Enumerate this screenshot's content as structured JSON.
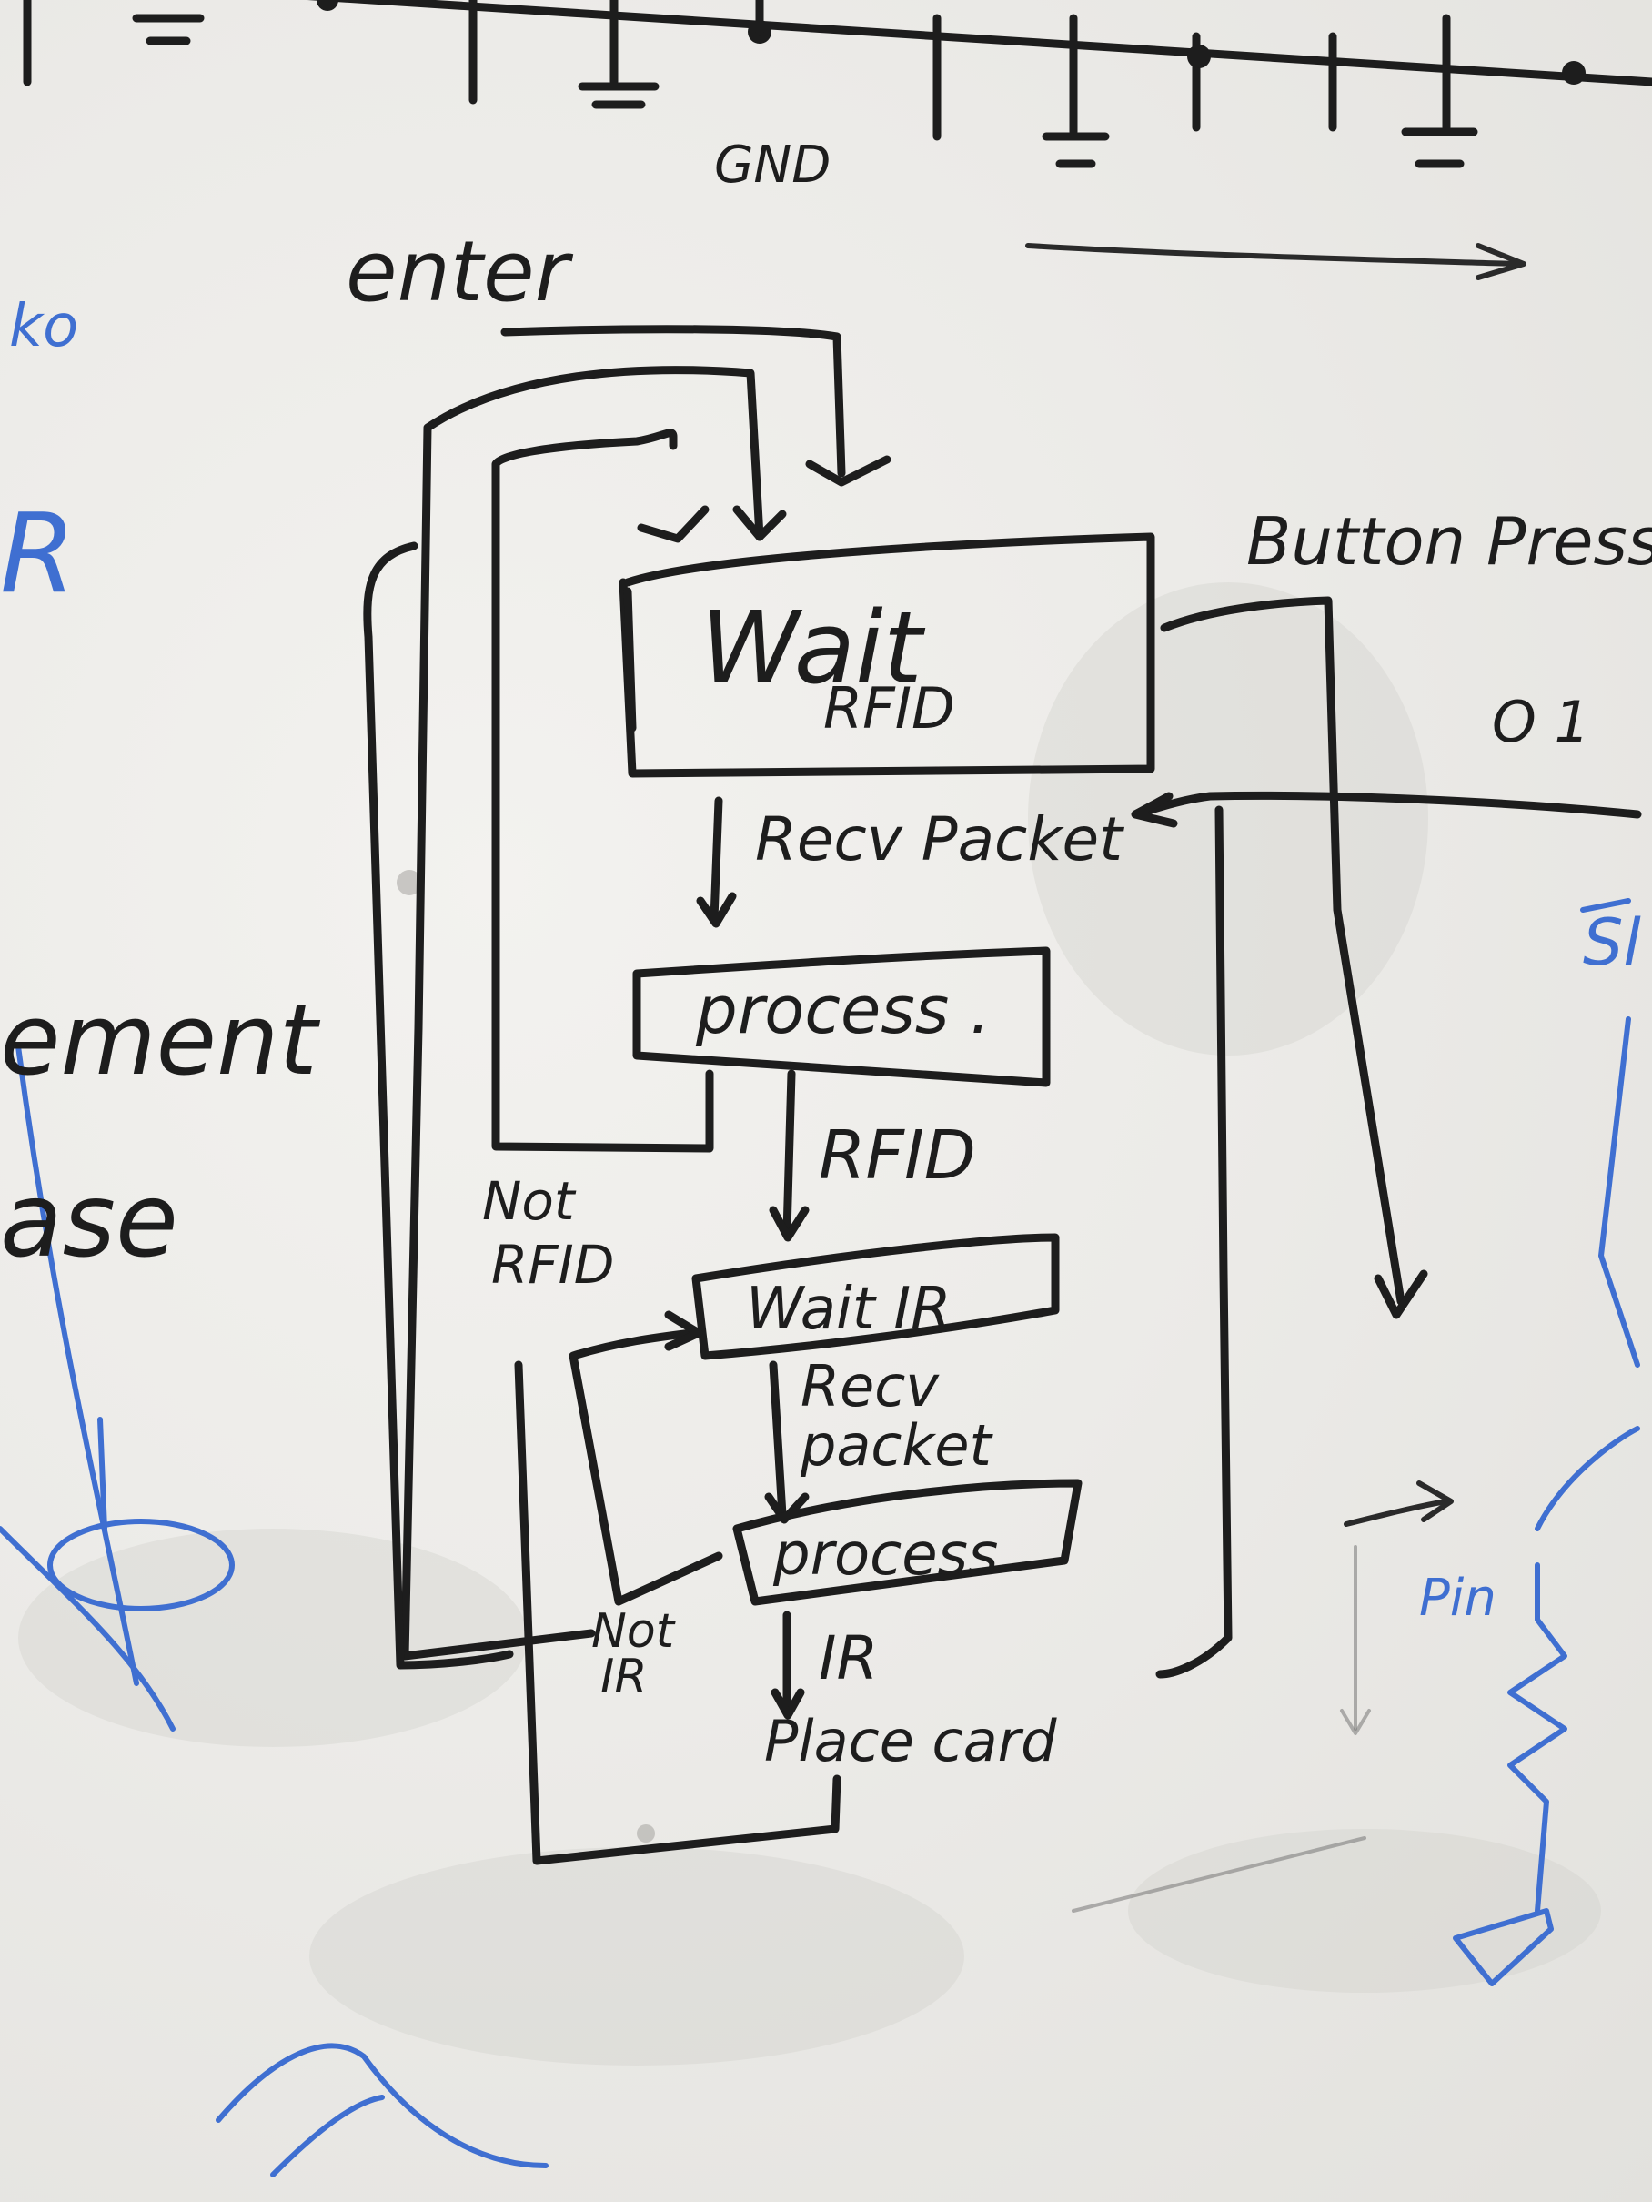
{
  "labels": {
    "top_gnd": "GND",
    "enter": "enter",
    "button_press": "Button Press",
    "state_wait_rfid_line1": "Wait",
    "state_wait_rfid_line2": "RFID",
    "recv_packet_1": "Recv Packet",
    "state_process_1": "process .",
    "rfid_transition": "RFID",
    "not_rfid_line1": "Not",
    "not_rfid_line2": "RFID",
    "state_wait_ir": "Wait IR",
    "recv_packet_2_line1": "Recv",
    "recv_packet_2_line2": "packet",
    "state_process_2": "process",
    "ir_transition": "IR",
    "not_ir_line1": "Not",
    "not_ir_line2": "IR",
    "place_card": "Place card",
    "side_o": "O 1"
  },
  "left_fragments": {
    "frag_top": "ko",
    "frag_r": "R",
    "frag_ement": "ement",
    "frag_ase": "ase"
  },
  "right_fragments": {
    "frag_sl": "Sl",
    "frag_pin": "Pin"
  },
  "colors": {
    "board": "#ecebe8",
    "black_ink": "#1d1d1d",
    "blue_ink": "#3f6fd1"
  }
}
